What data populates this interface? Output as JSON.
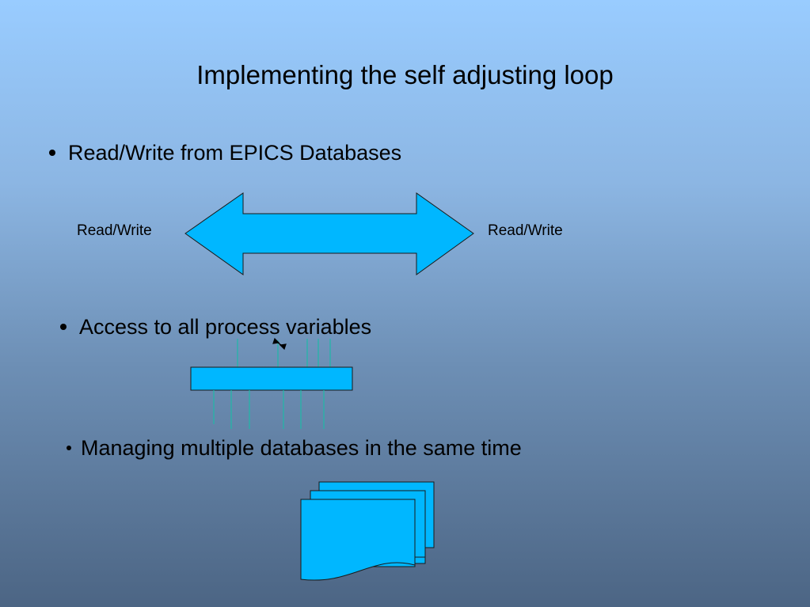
{
  "slide": {
    "title": "Implementing the self adjusting loop",
    "bullets": [
      "Read/Write from EPICS Databases",
      "Access to all process variables",
      "Managing multiple databases in the same time"
    ],
    "arrow_labels": {
      "left": "Read/Write",
      "right": "Read/Write"
    }
  },
  "colors": {
    "background_top": "#99ccff",
    "background_bottom": "#4c6584",
    "shape_fill": "#00b7ff",
    "wire_color": "#1fb8a8",
    "text": "#000000"
  }
}
